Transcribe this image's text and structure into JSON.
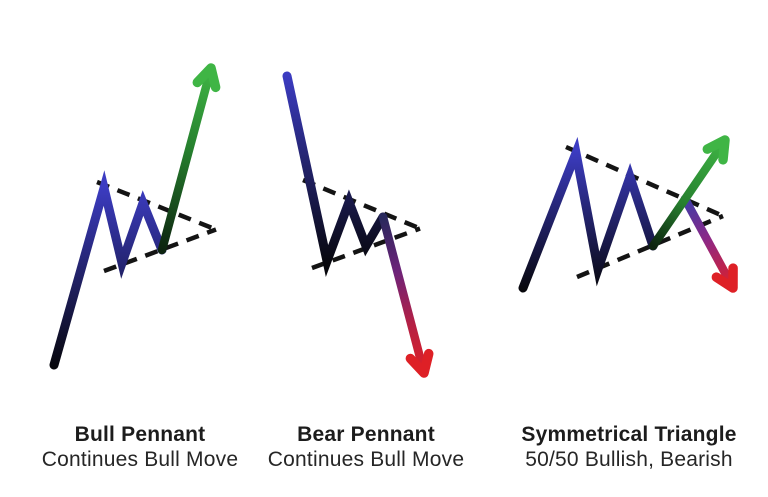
{
  "patterns": [
    {
      "id": "bull-pennant",
      "title": "Bull Pennant",
      "subtitle": "Continues Bull Move",
      "breakout_direction": "up"
    },
    {
      "id": "bear-pennant",
      "title": "Bear Pennant",
      "subtitle": "Continues Bull Move",
      "breakout_direction": "down"
    },
    {
      "id": "symmetrical-triangle",
      "title": "Symmetrical Triangle",
      "subtitle": "50/50 Bullish, Bearish",
      "breakout_direction": "up-or-down"
    }
  ],
  "colors": {
    "background": "#ffffff",
    "trend_blue": "#3c3cc2",
    "trend_black": "#07070c",
    "bull_green": "#3fb545",
    "bull_green_mid": "#267f2e",
    "bull_green_dark": "#0d240f",
    "bear_red": "#de2026",
    "bear_crimson": "#b32045",
    "bear_purple": "#6d2379",
    "bear_indigo": "#28285c",
    "sym_indigo": "#3d3da8",
    "sym_magenta": "#8c2887",
    "trendline_dash": "#141414",
    "label_text": "#1c1c1c"
  }
}
